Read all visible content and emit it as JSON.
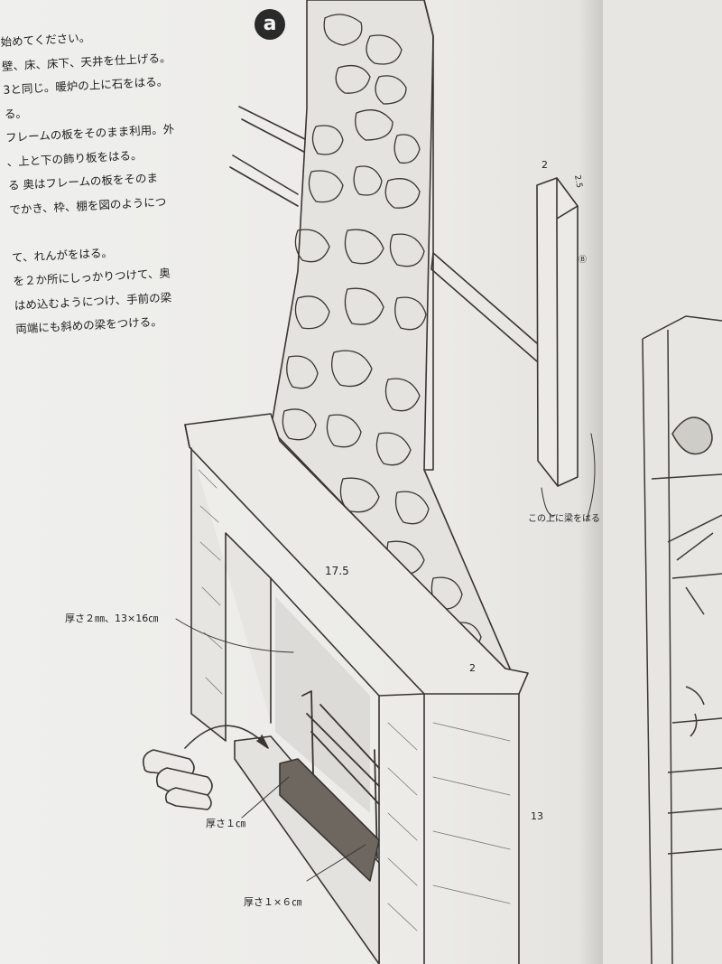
{
  "badge": "a",
  "instructions": [
    "始めてください。",
    "壁、床、床下、天井を仕上げる。",
    "3と同じ。暖炉の上に石をはる。",
    "る。",
    "フレームの板をそのまま利用。外",
    "、上と下の飾り板をはる。",
    "る  奥はフレームの板をそのま",
    "でかき、枠、棚を図のようにつ",
    "",
    "て、れんがをはる。",
    "を２か所にしっかりつけて、奥",
    "はめ込むようにつけ、手前の梁",
    "両端にも斜めの梁をつける。"
  ],
  "labels": {
    "beam_w": "2",
    "beam_d": "2.5",
    "beam_side": "Ⓑ",
    "beam_note": "この上に梁をはる",
    "mantel_len": "17.5",
    "mantel_thk": "2",
    "height": "13",
    "back_panel": "厚さ２㎜、13×16㎝",
    "hearth": "厚さ１㎝",
    "log_board": "厚さ１×６㎝"
  }
}
